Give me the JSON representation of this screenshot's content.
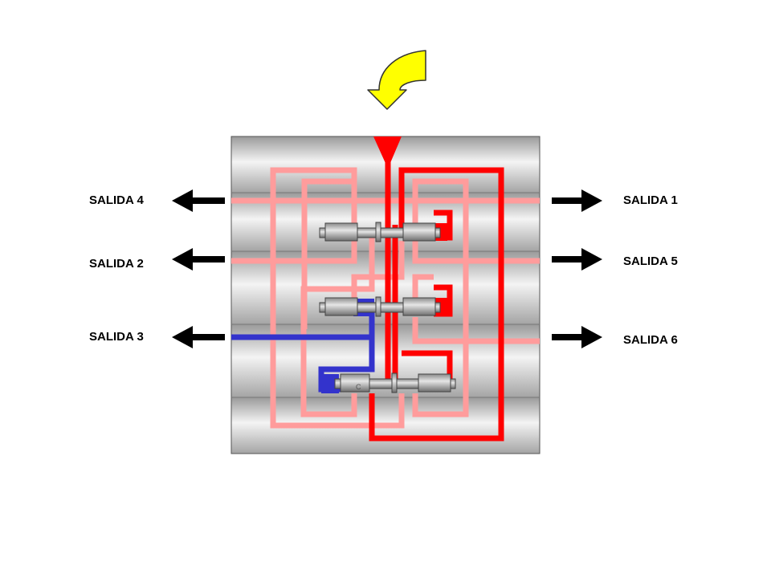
{
  "colors": {
    "pressure": "#ff0000",
    "pressure_light": "#ff9c9c",
    "return_blue": "#3333cc",
    "inlet_arrow": "#ffff00",
    "outlet_arrow": "#000000"
  },
  "outputs_left": [
    {
      "label": "SALIDA 4"
    },
    {
      "label": "SALIDA 2"
    },
    {
      "label": "SALIDA 3"
    }
  ],
  "outputs_right": [
    {
      "label": "SALIDA 1"
    },
    {
      "label": "SALIDA 5"
    },
    {
      "label": "SALIDA 6"
    }
  ],
  "spool_marker": "C",
  "icons": {
    "inlet": "curved-down-arrow-icon",
    "outlet": "arrow-icon"
  }
}
